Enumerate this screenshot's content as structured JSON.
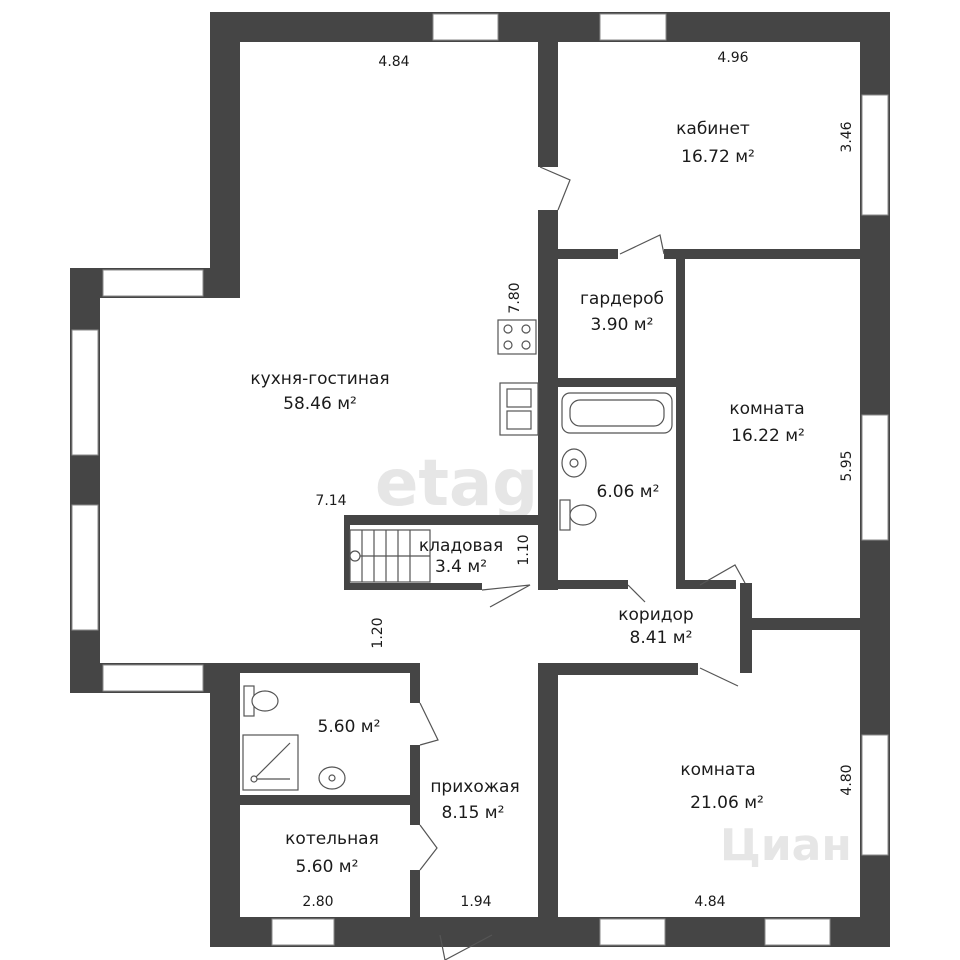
{
  "watermarks": {
    "etagi": "etagi",
    "cian": "Циан"
  },
  "rooms": [
    {
      "id": "kitchen-living",
      "name": "кухня-гостиная",
      "area": "58.46 м²"
    },
    {
      "id": "cabinet",
      "name": "кабинет",
      "area": "16.72 м²"
    },
    {
      "id": "wardrobe",
      "name": "гардероб",
      "area": "3.90 м²"
    },
    {
      "id": "room-east",
      "name": "комната",
      "area": "16.22 м²"
    },
    {
      "id": "bathroom",
      "name": "",
      "area": "6.06 м²"
    },
    {
      "id": "pantry",
      "name": "кладовая",
      "area": "3.4 м²"
    },
    {
      "id": "corridor",
      "name": "коридор",
      "area": "8.41 м²"
    },
    {
      "id": "wc",
      "name": "",
      "area": "5.60 м²"
    },
    {
      "id": "hallway",
      "name": "прихожая",
      "area": "8.15 м²"
    },
    {
      "id": "boiler",
      "name": "котельная",
      "area": "5.60 м²"
    },
    {
      "id": "room-south",
      "name": "комната",
      "area": "21.06 м²"
    }
  ],
  "dimensions": {
    "kitchen_top": "4.84",
    "cabinet_top": "4.96",
    "cabinet_side": "3.46",
    "kitchen_side": "7.80",
    "kitchen_width": "7.14",
    "pantry_side": "1.10",
    "hallway_side": "1.20",
    "room_east_side": "5.95",
    "room_south_side": "4.80",
    "boiler_bottom": "2.80",
    "hallway_bottom": "1.94",
    "room_south_bottom": "4.84"
  }
}
